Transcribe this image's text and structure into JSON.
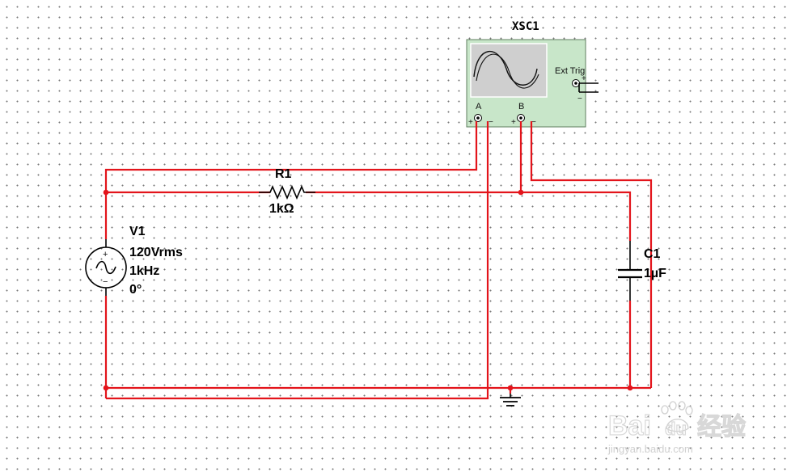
{
  "oscilloscope": {
    "name": "XSC1",
    "ext_trig_label": "Ext Trig",
    "channel_a_label": "A",
    "channel_b_label": "B",
    "plus_sign": "+",
    "minus_sign": "−"
  },
  "resistor": {
    "name": "R1",
    "value": "1kΩ"
  },
  "source": {
    "name": "V1",
    "voltage": "120Vrms",
    "frequency": "1kHz",
    "phase": "0°",
    "plus_sign": "+",
    "minus_sign": "−"
  },
  "capacitor": {
    "name": "C1",
    "value": "1µF"
  },
  "watermark": {
    "brand": "Bai",
    "brand_tail": "du",
    "product": "经验",
    "url": "jingyan.baidu.com"
  },
  "colors": {
    "wire": "#e3141b",
    "scope_body": "#c8e6c9",
    "scope_screen": "#cfcfcf",
    "junction": "#e3141b"
  }
}
